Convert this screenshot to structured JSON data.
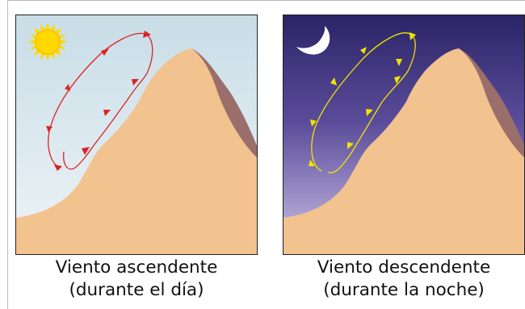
{
  "panels": [
    {
      "id": "day",
      "caption_line1": "Viento ascendente",
      "caption_line2": "(durante el día)",
      "celestial_icon": "sun-icon",
      "sky_colors": [
        "#c8dde7",
        "#e9f1f5"
      ],
      "wind_color": "#dd2222"
    },
    {
      "id": "night",
      "caption_line1": "Viento descendente",
      "caption_line2": "(durante la noche)",
      "celestial_icon": "moon-icon",
      "sky_colors": [
        "#2a2466",
        "#c3b6e2"
      ],
      "wind_color": "#f0e400"
    }
  ],
  "colors": {
    "mountain_light": "#f2c28f",
    "mountain_shadow": "#9a6e6b",
    "sun": "#ffd800",
    "moon": "#ffffff",
    "frame": "#222222"
  }
}
